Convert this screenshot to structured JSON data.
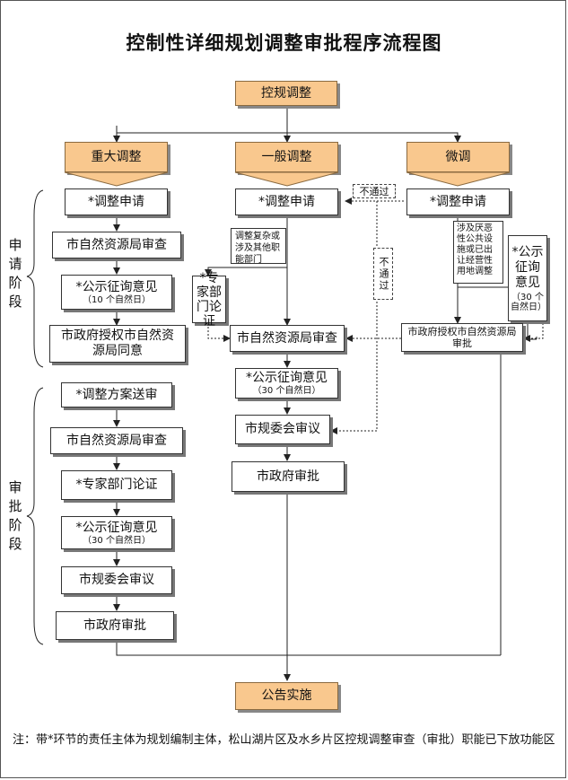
{
  "title": "控制性详细规划调整审批程序流程图",
  "top": "控规调整",
  "categories": {
    "major": "重大调整",
    "general": "一般调整",
    "minor": "微调"
  },
  "major_steps": {
    "apply": "*调整申请",
    "review1": "市自然资源局审查",
    "publicity1_main": "*公示征询意见",
    "publicity1_sub": "（10 个自然日）",
    "gov_auth": "市政府授权市自然资源局同意",
    "submit": "*调整方案送审",
    "review2": "市自然资源局审查",
    "expert": "*专家部门论证",
    "publicity2_main": "*公示征询意见",
    "publicity2_sub": "（30 个自然日）",
    "committee": "市规委会审议",
    "gov_approve": "市政府审批"
  },
  "general_steps": {
    "apply": "*调整申请",
    "complex_note": "调整复杂或涉及其他职能部门",
    "expert": "*专家部门论证",
    "review": "市自然资源局审查",
    "publicity_main": "*公示征询意见",
    "publicity_sub": "（30 个自然日）",
    "committee": "市规委会审议",
    "gov_approve": "市政府审批"
  },
  "minor_steps": {
    "apply": "*调整申请",
    "facility_note": "涉及厌恶性公共设施或已出让经营性用地调整",
    "publicity_main": "*公示征询意见",
    "publicity_sub": "（30 个自然日）",
    "gov_auth": "市政府授权市自然资源局审批"
  },
  "fail_labels": {
    "fail_top": "不通过",
    "fail_side": "不通过"
  },
  "stages": {
    "apply": "申请阶段",
    "approve": "审批阶段"
  },
  "final": "公告实施",
  "footer_note": "注：带*环节的责任主体为规划编制主体，松山湖片区及水乡片区控规调整审查（审批）职能已下放功能区"
}
